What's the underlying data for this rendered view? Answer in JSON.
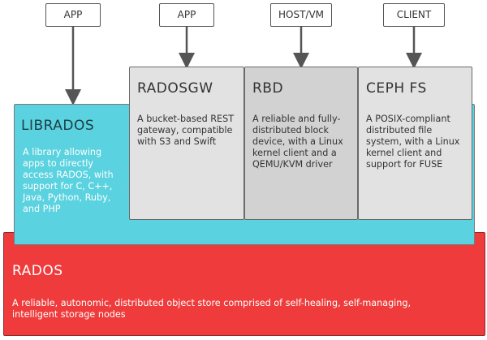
{
  "clients": [
    "APP",
    "APP",
    "HOST/VM",
    "CLIENT"
  ],
  "librados": {
    "title": "LIBRADOS",
    "description": "A library allowing apps to directly access RADOS, with support for C, C++, Java, Python, Ruby, and PHP"
  },
  "radosgw": {
    "title": "RADOSGW",
    "description": "A bucket-based REST gateway, compatible with S3 and Swift"
  },
  "rbd": {
    "title": "RBD",
    "description": "A reliable and fully-distributed block device, with a Linux kernel client and a QEMU/KVM driver"
  },
  "cephfs": {
    "title": "CEPH FS",
    "description": "A POSIX-compliant distributed file system, with a Linux kernel client and support for FUSE"
  },
  "rados": {
    "title": "RADOS",
    "description": "A reliable, autonomic, distributed object store comprised of self-healing, self-managing, intelligent storage nodes"
  },
  "colors": {
    "librados": "#5ad2df",
    "rados": "#ef3b3b",
    "gateway": "#e2e2e2",
    "gateway_mid": "#d2d2d2"
  }
}
